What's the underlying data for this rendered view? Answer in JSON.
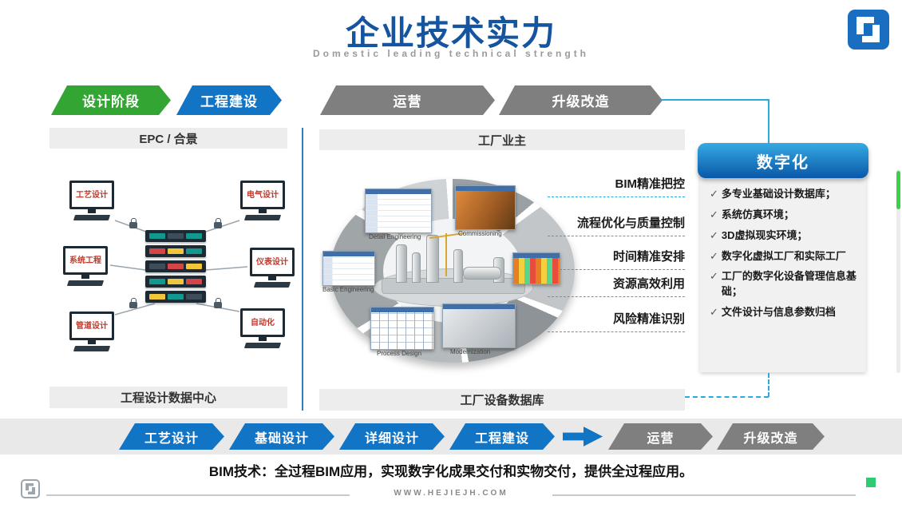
{
  "colors": {
    "title_blue": "#15549e",
    "accent_blue": "#1274c4",
    "stage_green": "#33a532",
    "stage_gray": "#7f7f7f",
    "dashed_blue": "#29abe2",
    "panel_bg": "#f1f1f1",
    "footer_green": "#2ecc71"
  },
  "icons": {
    "check": "✓"
  },
  "header": {
    "title": "企业技术实力",
    "subtitle": "Domestic leading technical strength"
  },
  "top_stages": [
    {
      "label": "设计阶段",
      "color": "#33a532"
    },
    {
      "label": "工程建设",
      "color": "#1274c4"
    },
    {
      "label": "运营",
      "color": "#7f7f7f"
    },
    {
      "label": "升级改造",
      "color": "#7f7f7f"
    }
  ],
  "left_panel": {
    "header": "EPC / 合景",
    "footer": "工程设计数据中心",
    "workstations": [
      {
        "label": "工艺设计"
      },
      {
        "label": "电气设计"
      },
      {
        "label": "系统工程"
      },
      {
        "label": "仪表设计"
      },
      {
        "label": "管道设计"
      },
      {
        "label": "自动化"
      }
    ]
  },
  "center_panel": {
    "header": "工厂业主",
    "footer": "工厂设备数据库",
    "wheel_labels": [
      {
        "label": "Detail Engineering"
      },
      {
        "label": "Commissioning"
      },
      {
        "label": "Basic Engineering"
      },
      {
        "label": "Process Design"
      },
      {
        "label": "Modernization"
      }
    ]
  },
  "benefits": [
    {
      "label": "BIM精准把控"
    },
    {
      "label": "流程优化与质量控制"
    },
    {
      "label": "时间精准安排"
    },
    {
      "label": "资源高效利用"
    },
    {
      "label": "风险精准识别"
    }
  ],
  "digital_panel": {
    "title": "数字化",
    "items": [
      {
        "text": "多专业基础设计数据库；"
      },
      {
        "text": "系统仿真环境；"
      },
      {
        "text": "3D虚拟现实环境；"
      },
      {
        "text": "数字化虚拟工厂和实际工厂"
      },
      {
        "text": "工厂的数字化设备管理信息基础；"
      },
      {
        "text": "文件设计与信息参数归档"
      }
    ]
  },
  "bottom_stages": [
    {
      "label": "工艺设计",
      "color": "#1274c4"
    },
    {
      "label": "基础设计",
      "color": "#1274c4"
    },
    {
      "label": "详细设计",
      "color": "#1274c4"
    },
    {
      "label": "工程建设",
      "color": "#1274c4"
    },
    {
      "label": "运营",
      "color": "#7f7f7f"
    },
    {
      "label": "升级改造",
      "color": "#7f7f7f"
    }
  ],
  "bim_note": "BIM技术：全过程BIM应用，实现数字化成果交付和实物交付，提供全过程应用。",
  "footer": {
    "url": "WWW.HEJIEJH.COM"
  }
}
